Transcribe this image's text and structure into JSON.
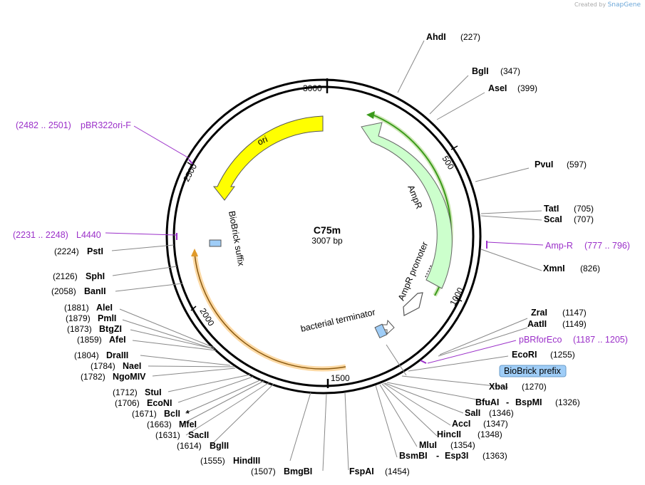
{
  "credit": {
    "prefix": "Created by",
    "brand": "SnapGene"
  },
  "plasmid": {
    "name": "C75m",
    "length_label": "3007 bp",
    "length": 3007
  },
  "ticks": [
    {
      "label": "3000",
      "pos": 3000
    },
    {
      "label": "500",
      "pos": 500
    },
    {
      "label": "1000",
      "pos": 1000
    },
    {
      "label": "1500",
      "pos": 1500
    },
    {
      "label": "2000",
      "pos": 2000
    },
    {
      "label": "2500",
      "pos": 2500
    }
  ],
  "features": {
    "ori": "ori",
    "ampr": "AmpR",
    "ampr_promoter": "AmpR promoter",
    "bacterial_terminator": "bacterial terminator",
    "biobrick_suffix": "BioBrick suffix",
    "biobrick_prefix": "BioBrick prefix"
  },
  "colors": {
    "ori": "#ffff00",
    "ampr": "#ccffcc",
    "primer": "#9b30c9",
    "prefix_box": "#9fcdf7",
    "orange_band": "#f5a623",
    "green_band": "#3a9a1a"
  },
  "right_sites": [
    {
      "name": "AhdI",
      "pos": "(227)"
    },
    {
      "name": "BglI",
      "pos": "(347)"
    },
    {
      "name": "AseI",
      "pos": "(399)"
    },
    {
      "name": "PvuI",
      "pos": "(597)"
    },
    {
      "name": "TatI",
      "pos": "(705)"
    },
    {
      "name": "ScaI",
      "pos": "(707)"
    },
    {
      "name": "XmnI",
      "pos": "(826)"
    },
    {
      "name": "ZraI",
      "pos": "(1147)"
    },
    {
      "name": "AatII",
      "pos": "(1149)"
    },
    {
      "name": "EcoRI",
      "pos": "(1255)"
    },
    {
      "name": "XbaI",
      "pos": "(1270)"
    },
    {
      "name": "BfuAI",
      "name2": "BspMI",
      "pos": "(1326)"
    },
    {
      "name": "SalI",
      "pos": "(1346)"
    },
    {
      "name": "AccI",
      "pos": "(1347)"
    },
    {
      "name": "HincII",
      "pos": "(1348)"
    },
    {
      "name": "MluI",
      "pos": "(1354)"
    },
    {
      "name": "BsmBI",
      "name2": "Esp3I",
      "pos": "(1363)"
    },
    {
      "name": "FspAI",
      "pos": "(1454)"
    }
  ],
  "left_sites": [
    {
      "name": "PstI",
      "pos": "(2224)"
    },
    {
      "name": "SphI",
      "pos": "(2126)"
    },
    {
      "name": "BanII",
      "pos": "(2058)"
    },
    {
      "name": "AleI",
      "pos": "(1881)"
    },
    {
      "name": "PmlI",
      "pos": "(1879)"
    },
    {
      "name": "BtgZI",
      "pos": "(1873)"
    },
    {
      "name": "AfeI",
      "pos": "(1859)"
    },
    {
      "name": "DraIII",
      "pos": "(1804)"
    },
    {
      "name": "NaeI",
      "pos": "(1784)"
    },
    {
      "name": "NgoMIV",
      "pos": "(1782)"
    },
    {
      "name": "StuI",
      "pos": "(1712)"
    },
    {
      "name": "EcoNI",
      "pos": "(1706)"
    },
    {
      "name": "BclI",
      "star": "*",
      "pos": "(1671)"
    },
    {
      "name": "MfeI",
      "pos": "(1663)"
    },
    {
      "name": "SacII",
      "pos": "(1631)"
    },
    {
      "name": "BglII",
      "pos": "(1614)"
    },
    {
      "name": "HindIII",
      "pos": "(1555)"
    },
    {
      "name": "BmgBI",
      "pos": "(1507)"
    }
  ],
  "primers": [
    {
      "name": "pBR322ori-F",
      "range": "(2482 .. 2501)"
    },
    {
      "name": "L4440",
      "range": "(2231 .. 2248)"
    },
    {
      "name": "Amp-R",
      "range": "(777 .. 796)"
    },
    {
      "name": "pBRforEco",
      "range": "(1187 .. 1205)"
    }
  ]
}
